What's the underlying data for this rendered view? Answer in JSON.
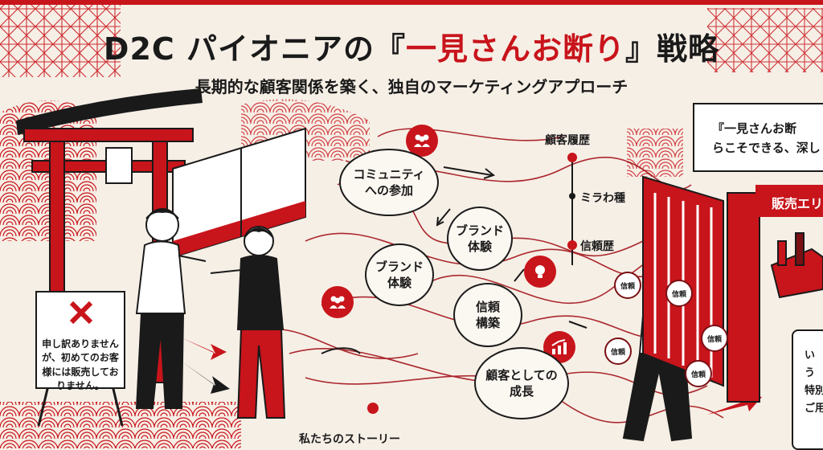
{
  "title": {
    "main": "D2C パイオニアの『",
    "highlight": "一見さんお断り",
    "end": "』戦略"
  },
  "subtitle": "長期的な顧客関係を築く、独自のマーケティングアプローチ",
  "bubbles": {
    "community": "コミュニティ\nへの参加",
    "brand1": "ブランド\n体験",
    "brand2": "ブランド\n体験",
    "trust": "信頼\n構築",
    "growth": "顧客としての\n成長"
  },
  "timeline": {
    "history": "顧客履歴",
    "mid": "ミラわ種",
    "trust": "信頼歴"
  },
  "sign_text": "申し訳ありませんが、初めてのお客様には販売しておりません。",
  "panel": {
    "line1": "『一見さんお断",
    "line2": "らこそできる、深し"
  },
  "banner": "販売エリ",
  "right_sign": {
    "l1": "い",
    "l2": "う",
    "l3": "特別",
    "l4": "ご用"
  },
  "badges": [
    "信頼",
    "信頼",
    "信頼",
    "信頼",
    "信頼"
  ],
  "bottom_text": "私たちのストーリー",
  "colors": {
    "accent": "#c8141b",
    "ink": "#1a1a1a",
    "paper": "#f6efe6"
  }
}
